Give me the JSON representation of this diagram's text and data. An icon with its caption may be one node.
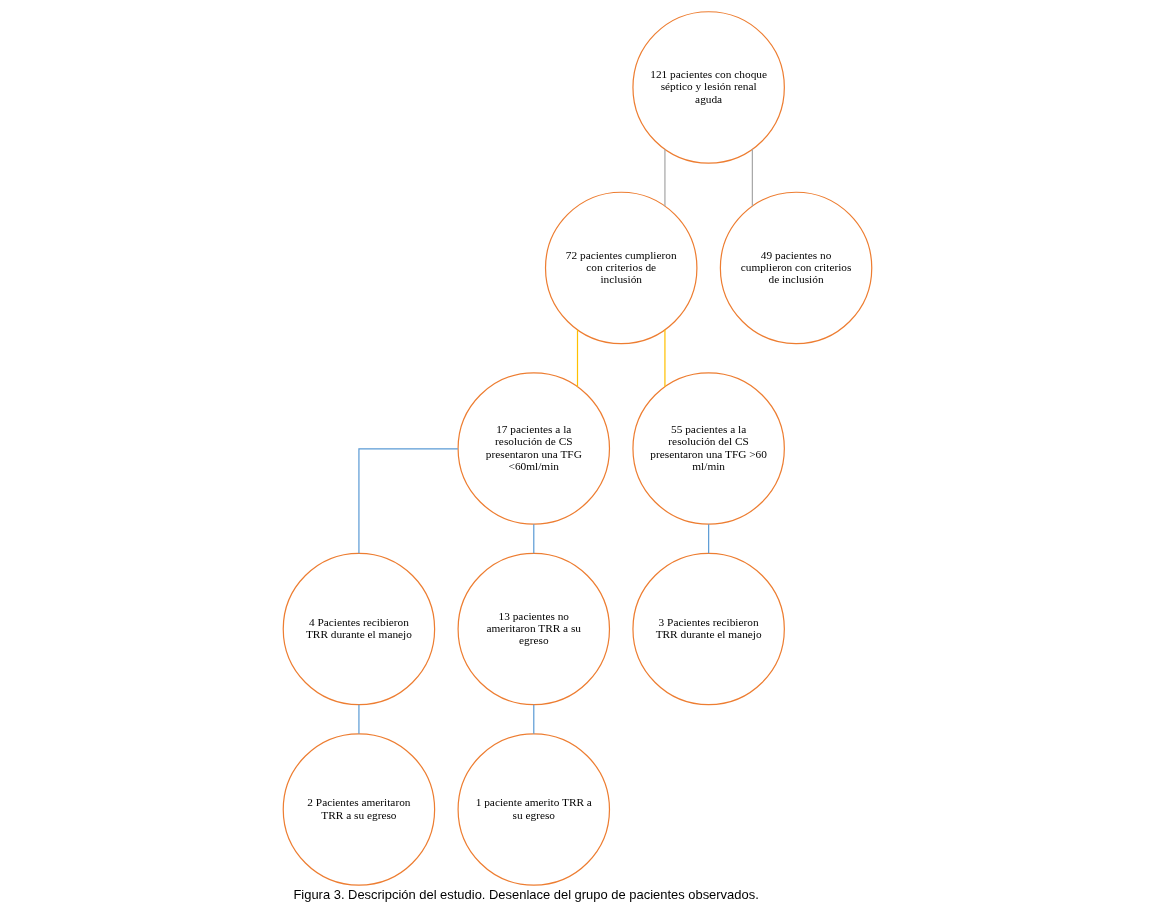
{
  "diagram": {
    "caption": "Figura 3. Descripción del estudio. Desenlace del grupo de pacientes observados.",
    "nodes": [
      {
        "text": [
          "121 pacientes con choque séptico y lesión renal aguda"
        ]
      },
      {
        "text": [
          "72 pacientes cumplieron con criterios de inclusión"
        ]
      },
      {
        "text": [
          "49 pacientes no cumplieron con criterios de inclusión"
        ]
      },
      {
        "text": [
          "17 pacientes a la resolución de CS presentaron una TFG <60ml/min"
        ]
      },
      {
        "text": [
          "55 pacientes a la resolución del CS presentaron una TFG >60 ml/min"
        ]
      },
      {
        "text": [
          "4 Pacientes recibieron TRR durante el manejo"
        ]
      },
      {
        "text": [
          "13 pacientes no ameritaron TRR a su egreso"
        ]
      },
      {
        "text": [
          "3 Pacientes recibieron TRR durante el manejo"
        ]
      },
      {
        "text": [
          "2 Pacientes ameritaron TRR a su egreso"
        ]
      },
      {
        "text": [
          "1 paciente amerito TRR a su egreso"
        ]
      }
    ],
    "edges": [
      {
        "from": 0,
        "to": 1,
        "arrow": "none",
        "color": "#a6a6a6"
      },
      {
        "from": 0,
        "to": 2,
        "arrow": "none",
        "color": "#a6a6a6"
      },
      {
        "from": 1,
        "to": 3,
        "arrow": "none",
        "color": "#ffc000"
      },
      {
        "from": 1,
        "to": 4,
        "arrow": "none",
        "color": "#ffc000"
      },
      {
        "from": 3,
        "to": 5,
        "arrow": "none"
      },
      {
        "from": 3,
        "to": 6,
        "arrow": "none"
      },
      {
        "from": 4,
        "to": 7,
        "arrow": "none"
      },
      {
        "from": 5,
        "to": 8,
        "arrow": "none"
      },
      {
        "from": 6,
        "to": 9,
        "arrow": "none"
      }
    ]
  }
}
